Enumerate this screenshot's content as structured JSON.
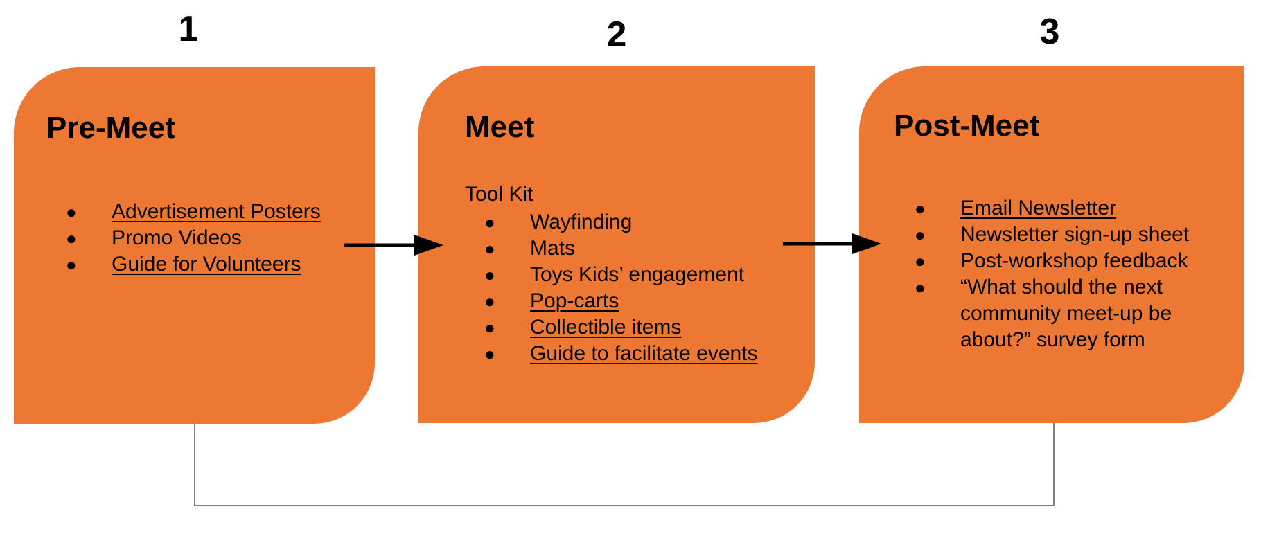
{
  "stages": [
    {
      "number": "1",
      "title": "Pre-Meet",
      "subtitle": "",
      "items": [
        {
          "text": "Advertisement Posters",
          "link": true
        },
        {
          "text": "Promo Videos",
          "link": false
        },
        {
          "text": "Guide for Volunteers",
          "link": true
        }
      ]
    },
    {
      "number": "2",
      "title": "Meet",
      "subtitle": "Tool Kit",
      "items": [
        {
          "text": "Wayfinding",
          "link": false
        },
        {
          "text": "Mats",
          "link": false
        },
        {
          "text": "Toys Kids’ engagement",
          "link": false
        },
        {
          "text": "Pop-carts",
          "link": true
        },
        {
          "text": "Collectible items",
          "link": true
        },
        {
          "text": "Guide to facilitate events",
          "link": true
        }
      ]
    },
    {
      "number": "3",
      "title": "Post-Meet",
      "subtitle": "",
      "items": [
        {
          "text": "Email Newsletter",
          "link": true
        },
        {
          "text": "Newsletter sign-up sheet",
          "link": false
        },
        {
          "text": "Post-workshop feedback",
          "link": false
        },
        {
          "text": "“What should the next community meet-up be about?” survey form",
          "link": false
        }
      ]
    }
  ],
  "colors": {
    "card_fill": "#ed7833",
    "text": "#000000",
    "arrow": "#000000",
    "loop_line": "#808080"
  },
  "bullet_glyph": "●"
}
